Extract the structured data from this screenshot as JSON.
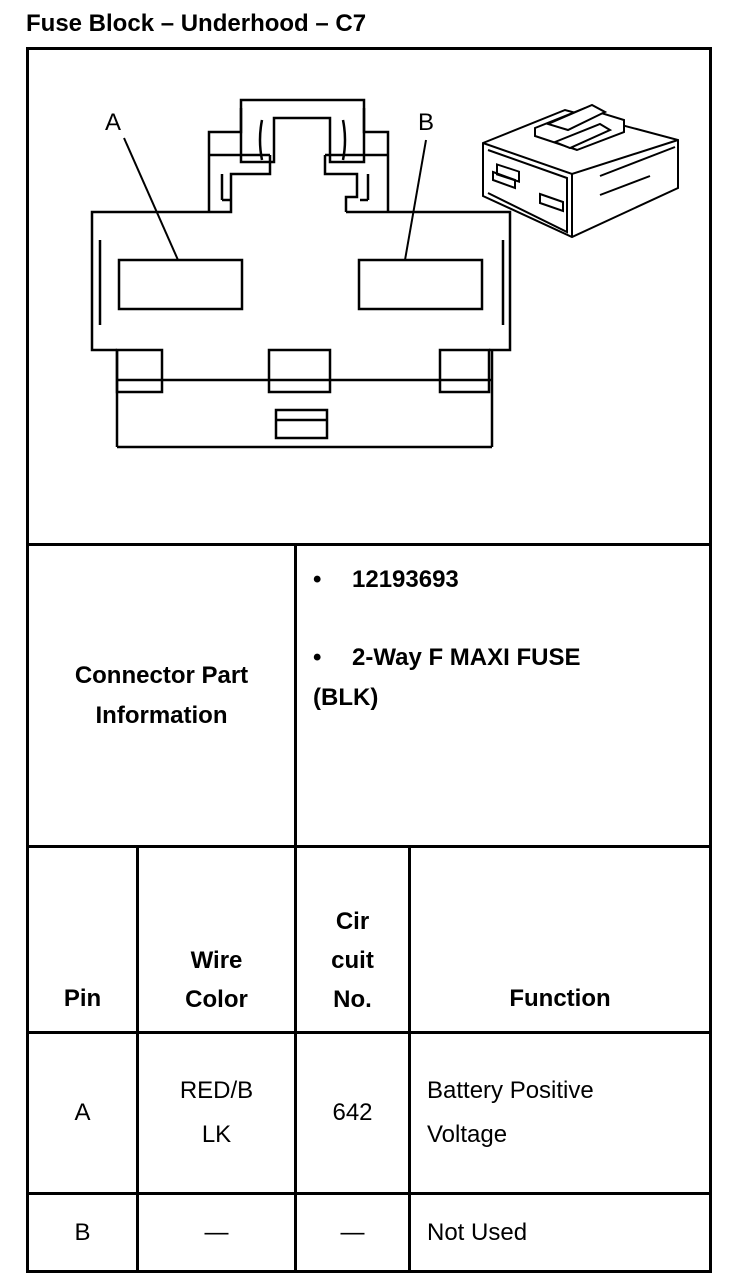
{
  "title": "Fuse Block – Underhood – C7",
  "diagram": {
    "label_a": "A",
    "label_b": "B"
  },
  "connector_info": {
    "label_line1": "Connector Part",
    "label_line2": "Information",
    "bullet": "•",
    "part_number": "12193693",
    "description_line1": "2-Way F MAXI FUSE",
    "description_line2": "(BLK)"
  },
  "table": {
    "headers": {
      "pin": "Pin",
      "wire_line1": "Wire",
      "wire_line2": "Color",
      "circuit_line1": "Cir",
      "circuit_line2": "cuit",
      "circuit_line3": "No.",
      "function": "Function"
    },
    "rows": [
      {
        "pin": "A",
        "wire_line1": "RED/B",
        "wire_line2": "LK",
        "circuit": "642",
        "function_line1": "Battery Positive",
        "function_line2": "Voltage"
      },
      {
        "pin": "B",
        "wire": "—",
        "circuit": "—",
        "function": "Not Used"
      }
    ]
  }
}
